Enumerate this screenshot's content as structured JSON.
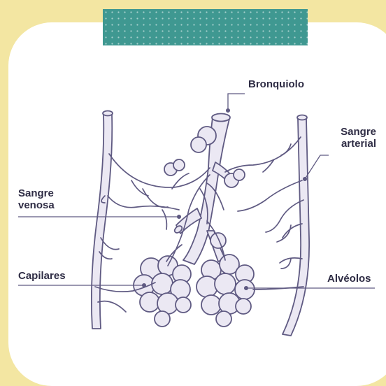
{
  "colors": {
    "background": "#f3e6a2",
    "card": "#ffffff",
    "tape": "#3f9891",
    "structure_fill": "#ebe8f3",
    "structure_stroke": "#5f5a82",
    "label_text": "#2f2d45"
  },
  "labels": {
    "bronquiolo": "Bronquiolo",
    "sangre_arterial": "Sangre\narterial",
    "sangre_venosa": "Sangre\nvenosa",
    "capilares": "Capilares",
    "alveolos": "Alvéolos"
  }
}
